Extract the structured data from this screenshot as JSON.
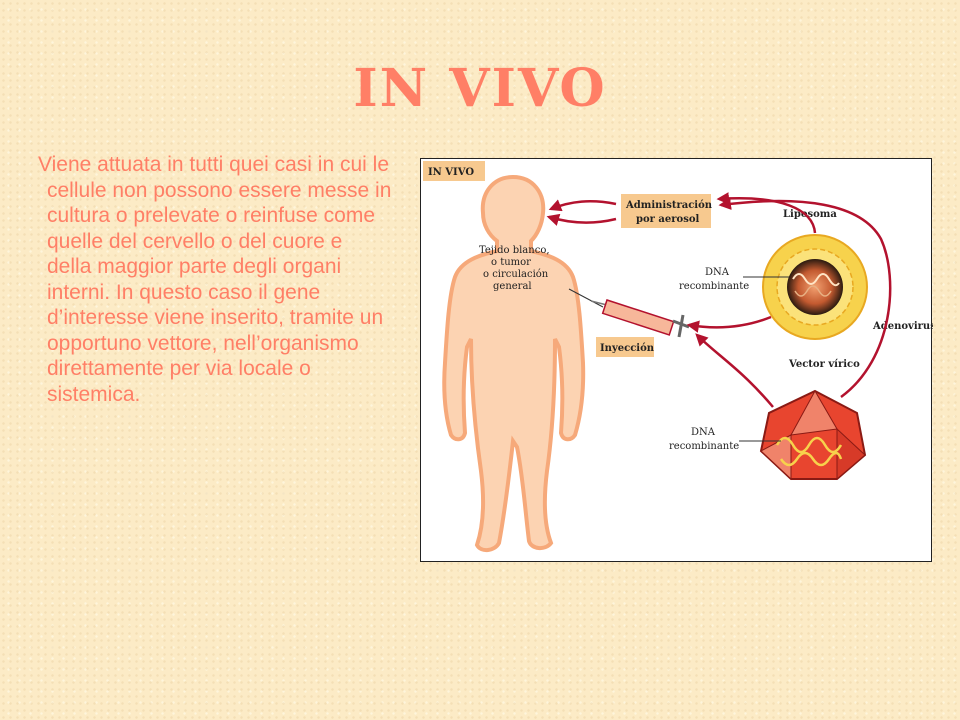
{
  "slide": {
    "title": "IN VIVO",
    "body": "Viene attuata in tutti quei casi in cui le cellule non possono essere messe in cultura o prelevate o reinfuse come quelle del cervello o del cuore e della maggior parte degli organi interni. In questo caso il gene d’interesse viene inserito, tramite un opportuno vettore, nell’organismo direttamente per via locale o sistemica."
  },
  "figure": {
    "tag": "IN VIVO",
    "tissue_label": [
      "Tejido blanco,",
      "o tumor",
      "o circulación",
      "general"
    ],
    "aerosol_label": [
      "Administración",
      "por aerosol"
    ],
    "injection_label": "Inyección",
    "liposome_label": "Liposoma",
    "dna_label_1": [
      "DNA",
      "recombinante"
    ],
    "dna_label_2": [
      "DNA",
      "recombinante"
    ],
    "adenovirus_label": "Adenovirus",
    "vector_label": "Vector vírico"
  },
  "colors": {
    "title": "#ff7f66",
    "body_text": "#ff7f66",
    "background": "#fcebc6",
    "arrows": "#b3122e",
    "label_box": "#f7c98f"
  }
}
